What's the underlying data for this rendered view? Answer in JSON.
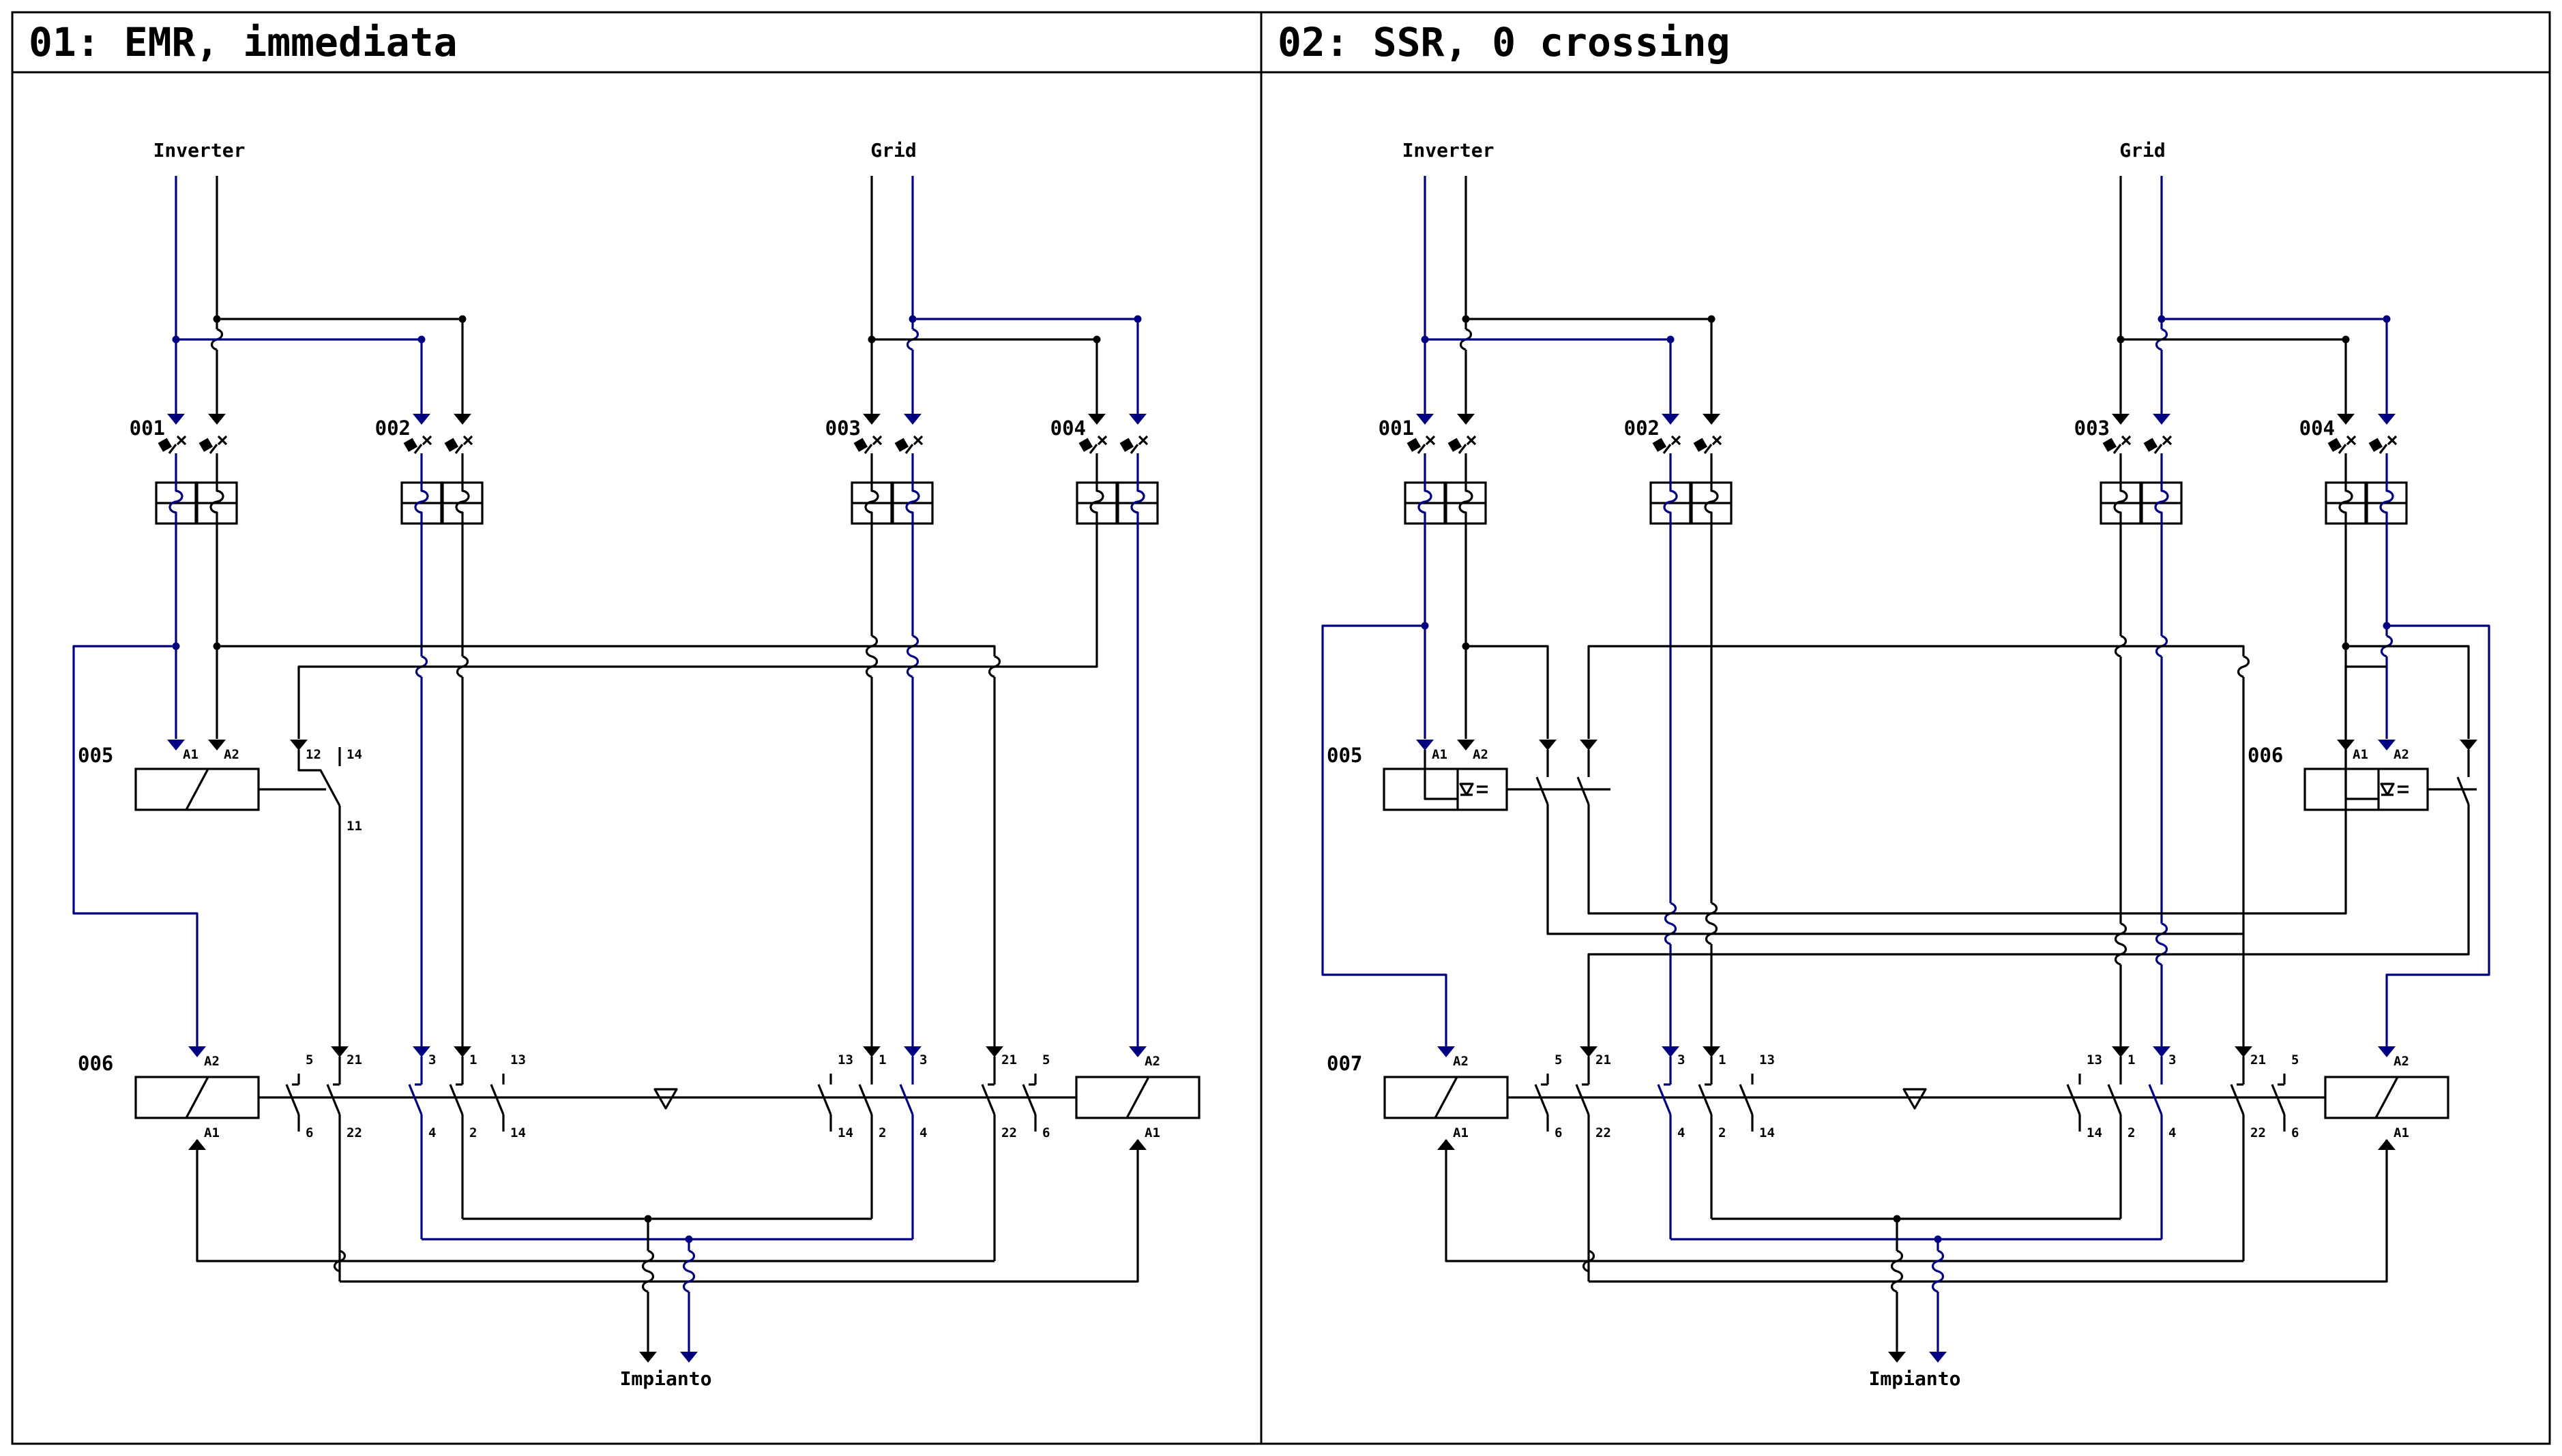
{
  "colors": {
    "phase": "#000080",
    "neutral": "#000000",
    "frame": "#000000",
    "background": "#ffffff"
  },
  "panels": [
    {
      "title": "01: EMR, immediata",
      "labels": {
        "left_source": "Inverter",
        "right_source": "Grid",
        "load": "Impianto"
      },
      "tags": {
        "cb1": "001",
        "cb2": "002",
        "cb3": "003",
        "cb4": "004",
        "relay_top": "005",
        "relay_bottom": "006"
      }
    },
    {
      "title": "02: SSR, 0 crossing",
      "labels": {
        "left_source": "Inverter",
        "right_source": "Grid",
        "load": "Impianto"
      },
      "tags": {
        "cb1": "001",
        "cb2": "002",
        "cb3": "003",
        "cb4": "004",
        "ssr_left": "005",
        "ssr_right": "006",
        "relay_bottom": "007"
      }
    }
  ],
  "pins": {
    "a1": "A1",
    "a2": "A2",
    "c11": "11",
    "c12": "12",
    "c14": "14",
    "c5": "5",
    "c6": "6",
    "c21": "21",
    "c22": "22",
    "c1": "1",
    "c2": "2",
    "c3": "3",
    "c4": "4",
    "c13": "13"
  }
}
